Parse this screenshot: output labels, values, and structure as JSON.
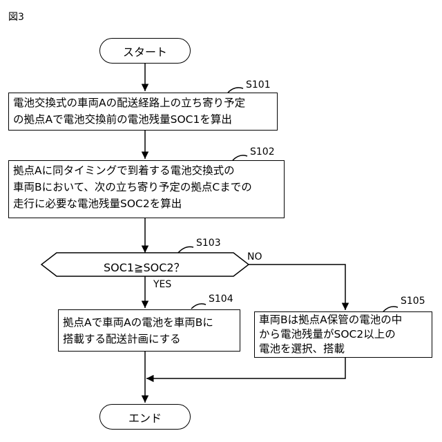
{
  "figure_label": "図3",
  "start_label": "スタート",
  "end_label": "エンド",
  "steps": {
    "s101": {
      "id": "S101",
      "lines": [
        "電池交換式の車両Aの配送経路上の立ち寄り予定",
        "の拠点Aで電池交換前の電池残量SOC1を算出"
      ]
    },
    "s102": {
      "id": "S102",
      "lines": [
        "拠点Aに同タイミングで到着する電池交換式の",
        "車両Bにおいて、次の立ち寄り予定の拠点Cまでの",
        "走行に必要な電池残量SOC2を算出"
      ]
    },
    "s103": {
      "id": "S103",
      "condition": "SOC1≧SOC2？",
      "yes_label": "YES",
      "no_label": "NO"
    },
    "s104": {
      "id": "S104",
      "lines": [
        "拠点Aで車両Aの電池を車両Bに",
        "搭載する配送計画にする"
      ]
    },
    "s105": {
      "id": "S105",
      "lines": [
        "車両Bは拠点A保管の電池の中",
        "から電池残量がSOC2以上の",
        "電池を選択、搭載"
      ]
    }
  }
}
